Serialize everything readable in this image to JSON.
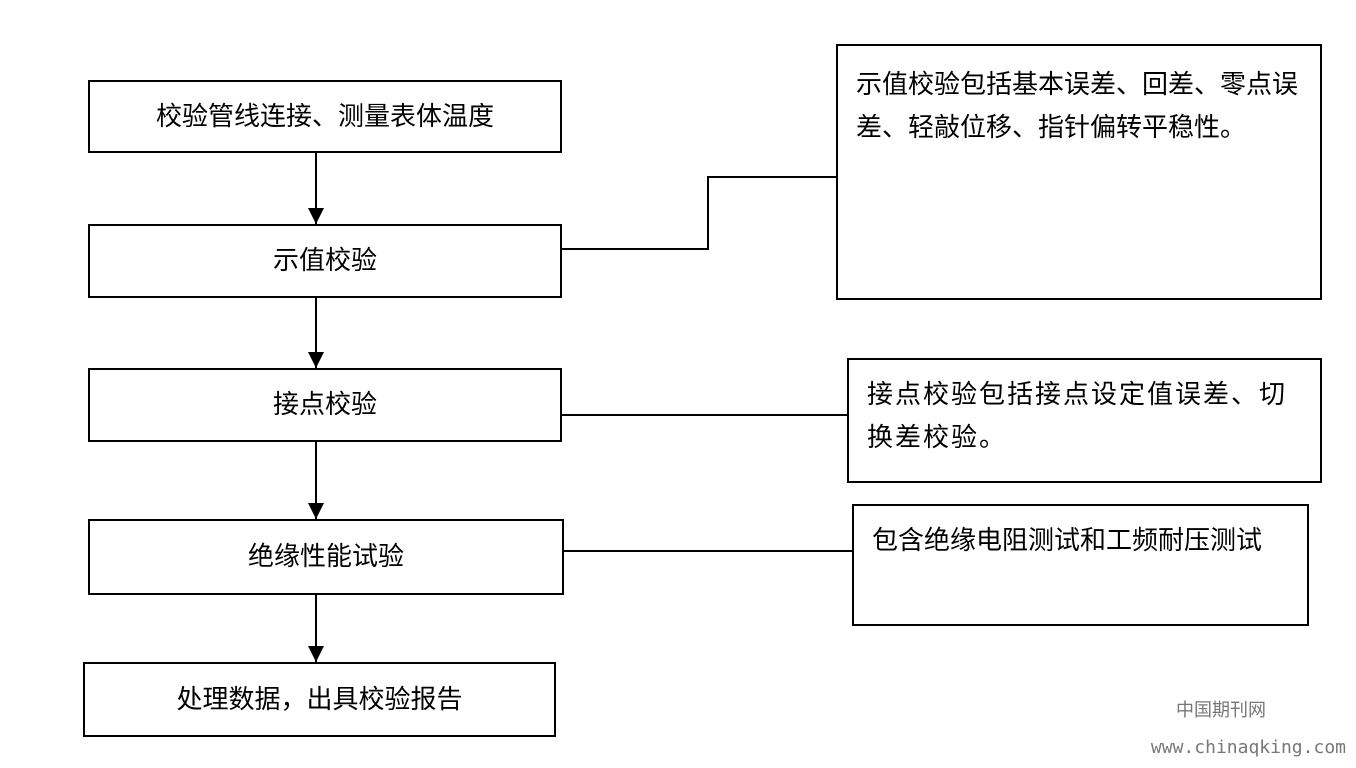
{
  "flow_steps": [
    {
      "label": "校验管线连接、测量表体温度"
    },
    {
      "label": "示值校验"
    },
    {
      "label": "接点校验"
    },
    {
      "label": "绝缘性能试验"
    },
    {
      "label": "处理数据，出具校验报告"
    }
  ],
  "notes": [
    {
      "text": "示值校验包括基本误差、回差、零点误差、轻敲位移、指针偏转平稳性。"
    },
    {
      "text": "接点校验包括接点设定值误差、切换差校验。"
    },
    {
      "text": "包含绝缘电阻测试和工频耐压测试"
    }
  ],
  "watermark": {
    "site_name": "中国期刊网",
    "url": "www.chinaqking.com"
  },
  "colors": {
    "line": "#000000",
    "box_border": "#000000",
    "background": "#ffffff",
    "watermark": "#777777"
  }
}
